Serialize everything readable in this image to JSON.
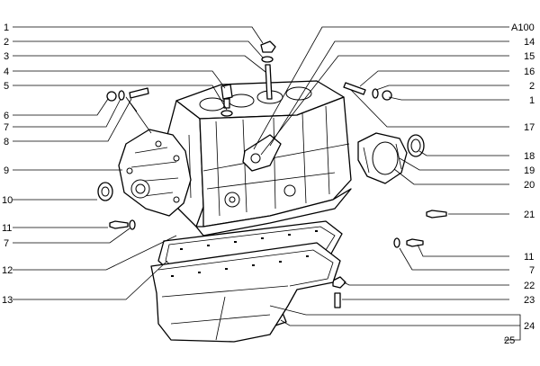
{
  "callouts": {
    "l1": "1",
    "l2": "2",
    "l3": "3",
    "l4": "4",
    "l5": "5",
    "l6": "6",
    "l7": "7",
    "l8": "8",
    "l9": "9",
    "l10": "10",
    "l11": "11",
    "l7b": "7",
    "l12": "12",
    "l13": "13",
    "rA100": "A100",
    "r14": "14",
    "r15": "15",
    "r16": "16",
    "r2": "2",
    "r1": "1",
    "r17": "17",
    "r18": "18",
    "r19": "19",
    "r20": "20",
    "r21": "21",
    "r11": "11",
    "r7": "7",
    "r22": "22",
    "r23": "23",
    "r25": "25",
    "r24": "24"
  }
}
